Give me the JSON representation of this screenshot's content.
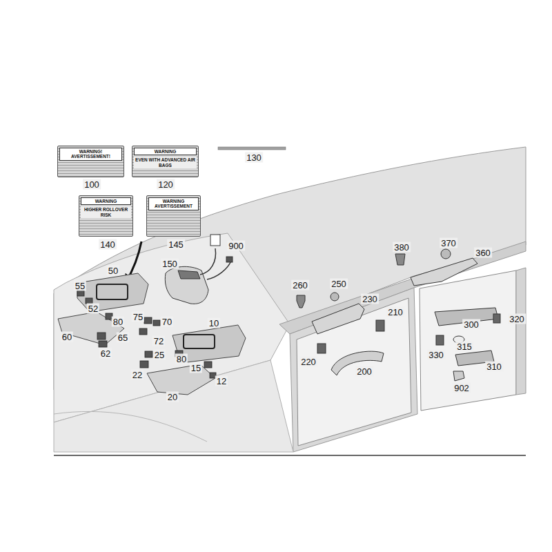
{
  "diagram": {
    "nodes": [
      {
        "text": [
          "WARNING! AVERTISSEMENT!"
        ]
      },
      {
        "text": [
          "WARNING",
          "EVEN WITH ADVANCED AIR BAGS"
        ]
      },
      {
        "text": [
          "WARNING",
          "HIGHER ROLLOVER RISK"
        ]
      },
      {
        "text": [
          "WARNING AVERTISSEMENT"
        ]
      }
    ],
    "labels": [
      "130",
      "100",
      "120",
      "900",
      "140",
      "145",
      "150",
      "50",
      "380",
      "370",
      "360",
      "260",
      "250",
      "230",
      "55",
      "52",
      "80",
      "75",
      "70",
      "10",
      "210",
      "300",
      "320",
      "60",
      "65",
      "72",
      "62",
      "25",
      "80",
      "220",
      "315",
      "15",
      "22",
      "12",
      "200",
      "330",
      "310",
      "20",
      "902"
    ]
  }
}
